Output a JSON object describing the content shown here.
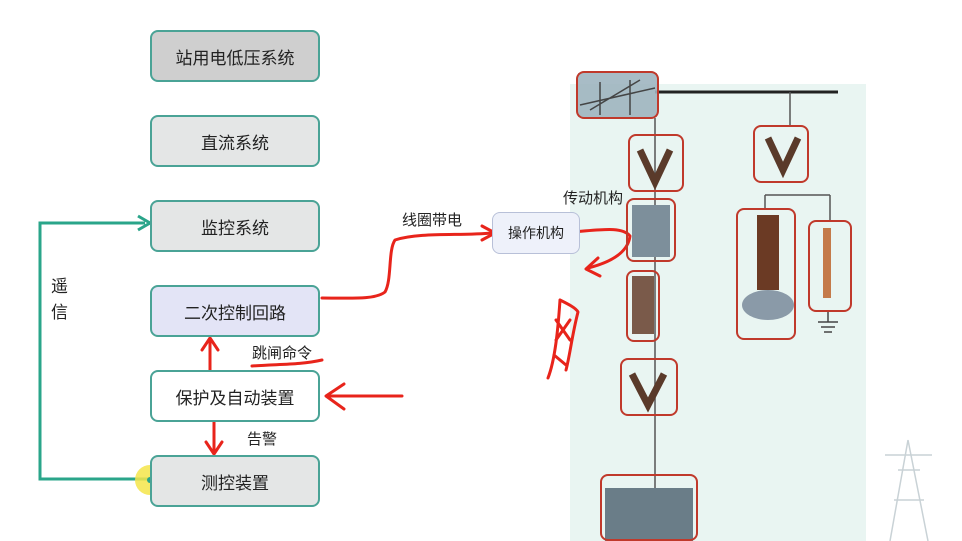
{
  "boxes": {
    "lv_system": "站用电低压系统",
    "dc_system": "直流系统",
    "monitor_system": "监控系统",
    "secondary_circuit": "二次控制回路",
    "protection": "保护及自动装置",
    "measure_control": "测控装置",
    "operating_mechanism": "操作机构"
  },
  "labels": {
    "remote_signal": "遥信",
    "trip_command": "跳闸命令",
    "alarm": "告警",
    "coil_energized": "线圈带电",
    "transmission_mechanism": "传动机构"
  },
  "colors": {
    "box_border": "#4aa396",
    "feedback_line": "#2aa58a",
    "annotation_red": "#e8241b",
    "equipment_border": "#c0392b",
    "panel_bg": "#e9f5f2",
    "cursor_highlight": "#f5e54a"
  }
}
